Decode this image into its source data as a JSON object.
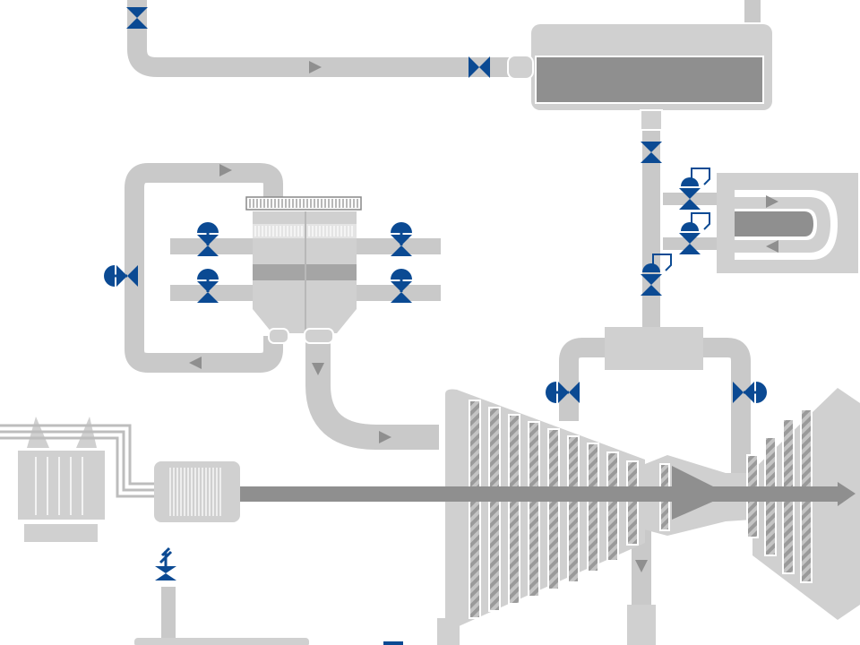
{
  "diagram": {
    "type": "process-flow-schematic",
    "colors": {
      "pipe": "#c9c9c9",
      "equipment": "#d0d0d0",
      "dark": "#8f8f8f",
      "valve": "#0b4a93",
      "background": "#ffffff"
    },
    "components": [
      {
        "name": "condenser",
        "icon": "tank-icon"
      },
      {
        "name": "heat-exchanger",
        "icon": "u-tube-icon"
      },
      {
        "name": "separator-vessel",
        "icon": "vessel-icon"
      },
      {
        "name": "turbine",
        "icon": "turbine-icon"
      },
      {
        "name": "generator",
        "icon": "motor-icon"
      },
      {
        "name": "transformer",
        "icon": "transformer-icon"
      }
    ],
    "valve_icon": "gate-valve-icon",
    "flow_arrow_icon": "triangle-arrow-icon"
  }
}
